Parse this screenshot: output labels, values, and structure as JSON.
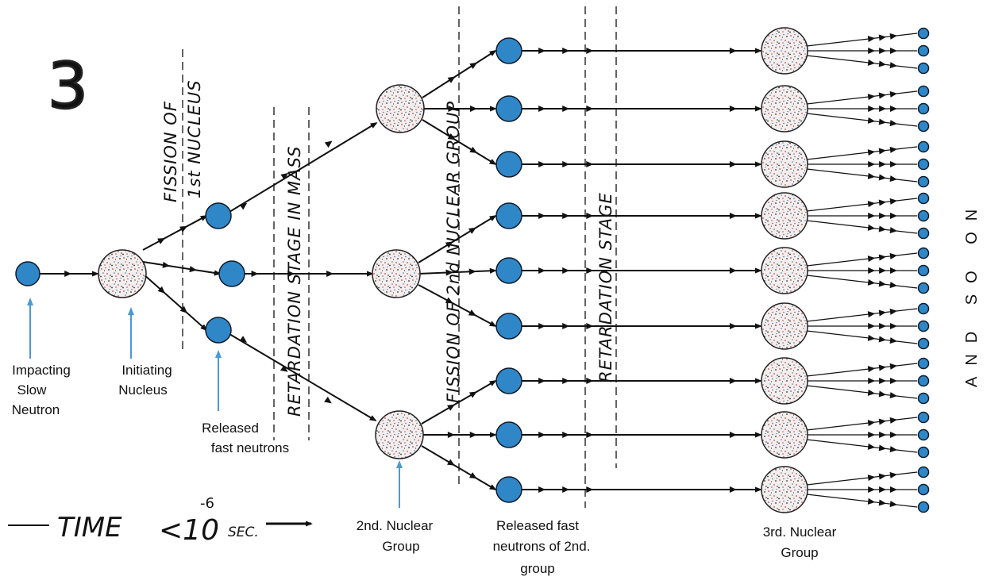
{
  "figure_number": "3",
  "colors": {
    "neutron": "#2f87c8",
    "neutron_stroke": "#0d1b2a",
    "nucleus_fill": "#f3eeee",
    "nucleus_speckle_red": "#c0504d",
    "nucleus_speckle_blue": "#4a6fa5",
    "line": "#111111",
    "pointer": "#4a9ad4"
  },
  "labels": {
    "impacting_line1": "Impacting",
    "impacting_line2": "Slow",
    "impacting_line3": "Neutron",
    "initiating_line1": "Initiating",
    "initiating_line2": "Nucleus",
    "released_line1": "Released",
    "released_line2": "fast neutrons",
    "second_group_line1": "2nd. Nuclear",
    "second_group_line2": "Group",
    "released2_line1": "Released fast",
    "released2_line2": "neutrons of 2nd.",
    "released2_line3": "group",
    "third_group_line1": "3rd. Nuclear",
    "third_group_line2": "Group",
    "and_so_on": "AND SO ON"
  },
  "stages": {
    "fission_1_line1": "FISSION OF",
    "fission_1_line2": "1st NUCLEUS",
    "retardation_mass": "RETARDATION STAGE IN MASS",
    "fission_2": "FISSION OF 2nd NUCLEAR GROUP",
    "retardation_2": "RETARDATION STAGE"
  },
  "time": {
    "label": "TIME",
    "lt": "<10",
    "exponent": "-6",
    "unit": "SEC."
  }
}
